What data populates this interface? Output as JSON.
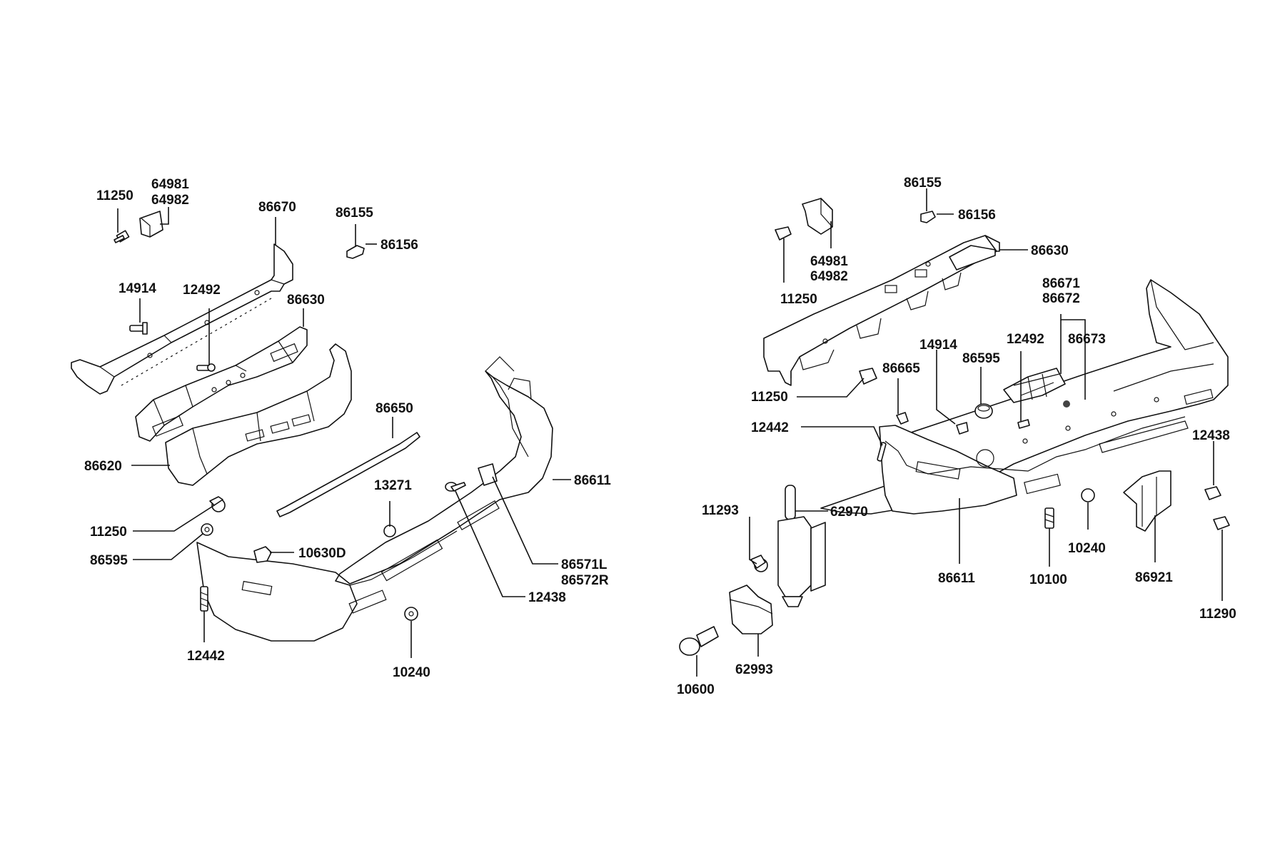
{
  "front_assembly": {
    "labels": {
      "p11250_top": "11250",
      "p64981": "64981",
      "p64982": "64982",
      "p86670": "86670",
      "p86155": "86155",
      "p86156": "86156",
      "p14914": "14914",
      "p12492": "12492",
      "p86630": "86630",
      "p86650": "86650",
      "p86620": "86620",
      "p13271": "13271",
      "p86611": "86611",
      "p11250_low": "11250",
      "p86595": "86595",
      "p10630D": "10630D",
      "p86571L": "86571L",
      "p86572R": "86572R",
      "p12438": "12438",
      "p12442": "12442",
      "p10240": "10240"
    }
  },
  "rear_assembly": {
    "labels": {
      "p86155": "86155",
      "p86156": "86156",
      "p86630": "86630",
      "p64981": "64981",
      "p64982": "64982",
      "p11250_a": "11250",
      "p86671": "86671",
      "p86672": "86672",
      "p14914": "14914",
      "p12492": "12492",
      "p86673": "86673",
      "p86595": "86595",
      "p86665": "86665",
      "p11250_b": "11250",
      "p12442": "12442",
      "p12438": "12438",
      "p11293": "11293",
      "p62970": "62970",
      "p10240": "10240",
      "p86611": "86611",
      "p10100": "10100",
      "p86921": "86921",
      "p11290": "11290",
      "p62993": "62993",
      "p10600": "10600"
    }
  }
}
